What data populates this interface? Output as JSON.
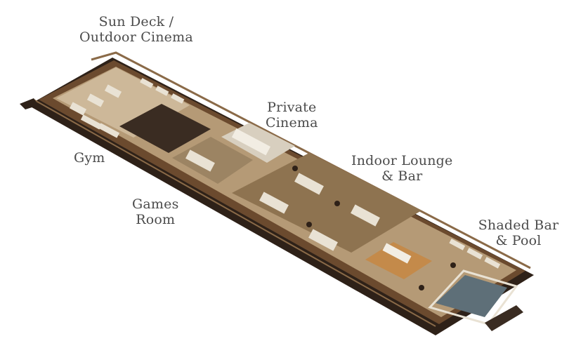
{
  "labels": {
    "sun_deck": [
      "Sun Deck /",
      "Outdoor Cinema"
    ],
    "private_cinema": [
      "Private",
      "Cinema"
    ],
    "gym": [
      "Gym"
    ],
    "indoor_lounge": [
      "Indoor Lounge",
      "& Bar"
    ],
    "games_room": [
      "Games",
      "Room"
    ],
    "shaded_bar": [
      "Shaded Bar",
      "& Pool"
    ]
  },
  "colors": {
    "label_text": "#4b4b4b",
    "deck_wood": "#6b4a2e",
    "deck_dark": "#2e2118",
    "floor": "#b59a76",
    "furniture": "#e9e2d4",
    "pool_water": "#5e6f78",
    "railing": "#8a6a48"
  }
}
